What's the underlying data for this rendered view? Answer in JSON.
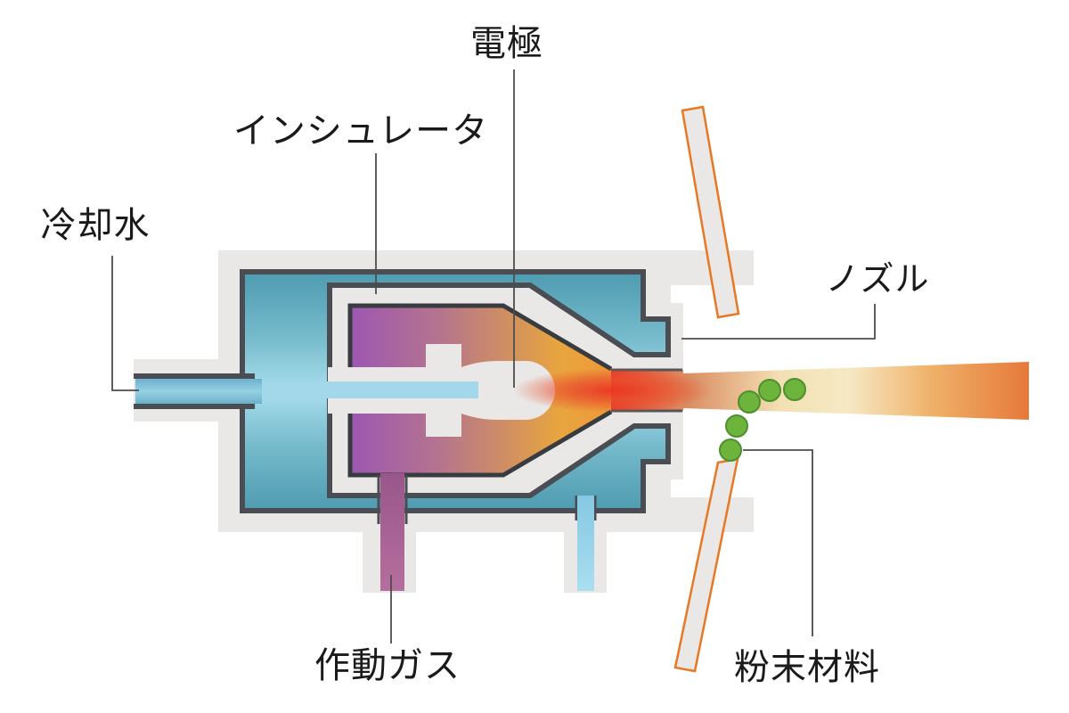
{
  "figure": {
    "type": "plasma-spray-gun-cross-section",
    "labels": {
      "electrode": "電極",
      "insulator": "インシュレータ",
      "cooling_water": "冷却水",
      "nozzle": "ノズル",
      "working_gas": "作動ガス",
      "powder_material": "粉末材料"
    },
    "colors": {
      "body_gray": "#E9E8E6",
      "frame_dark": "#4A4D52",
      "water_teal_dark": "#4B98AE",
      "water_teal_light": "#A9DEED",
      "chamber_purple": "#9C57B2",
      "chamber_orange": "#EE9A38",
      "plasma_red": "#E83A28",
      "jet_orange": "#E5793A",
      "jet_pale": "#F6E9C4",
      "working_gas_purple": "#A2608F",
      "powder_green": "#6CB43C",
      "injector_outline_orange": "#E87824",
      "leader_line": "#4D4D4D",
      "label_text": "#1A1A1A"
    },
    "powder_particle_count": 5
  }
}
